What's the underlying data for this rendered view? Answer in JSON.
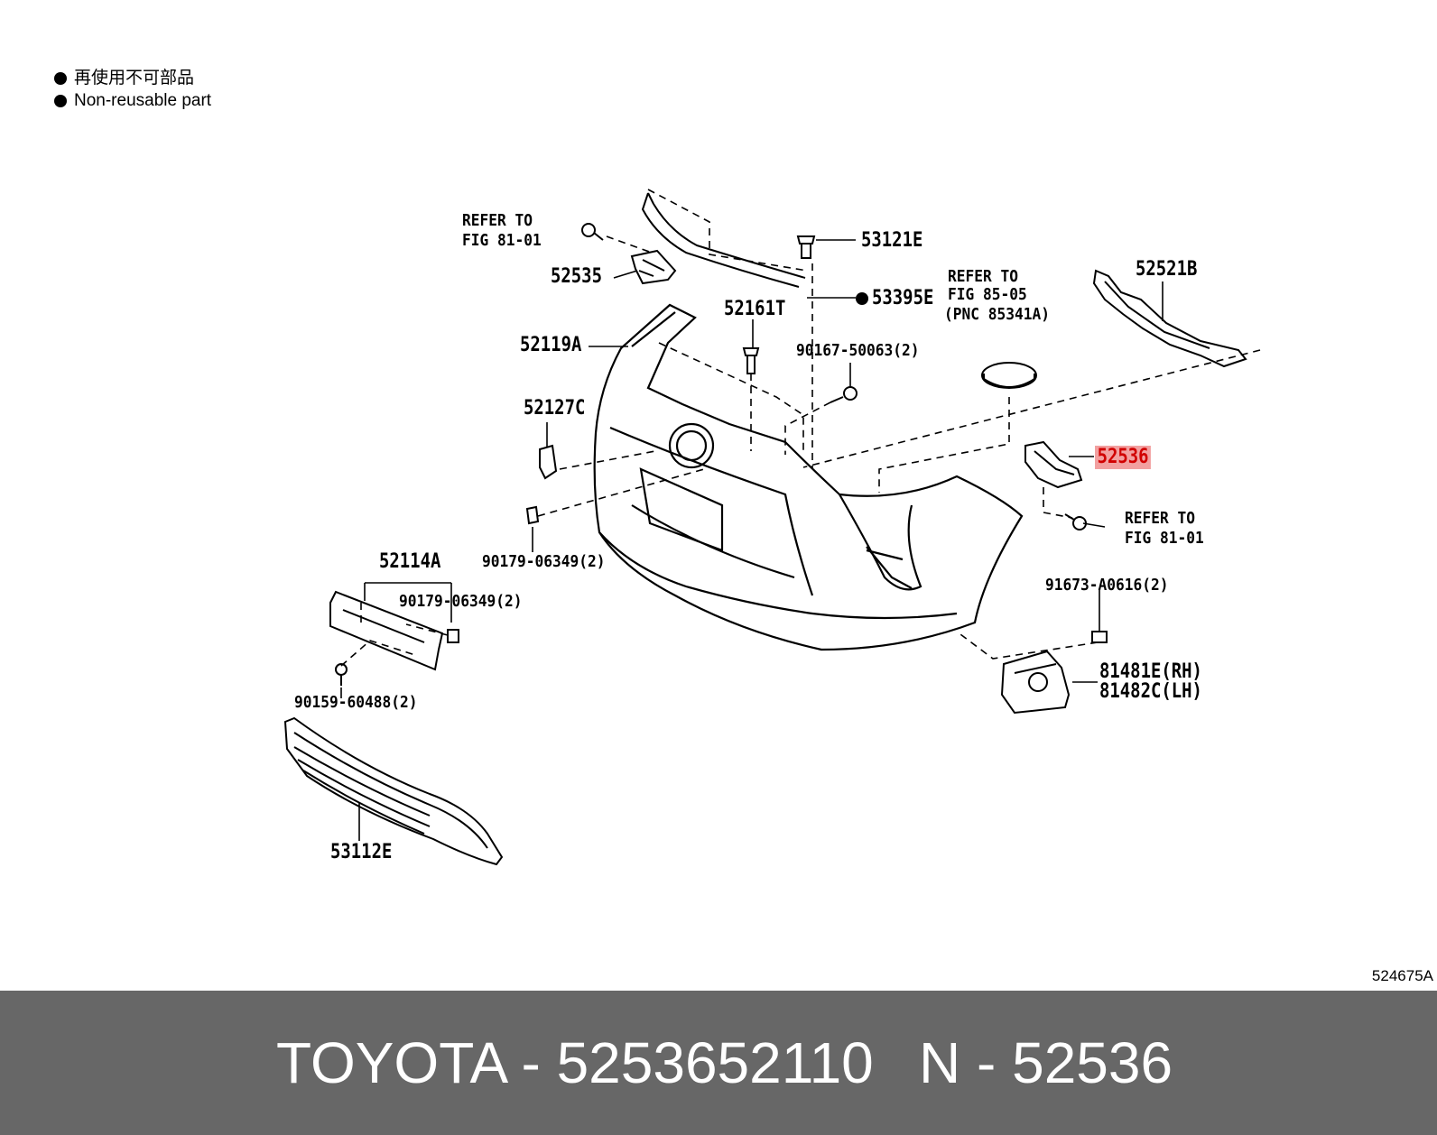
{
  "legend": {
    "line1": "再使用不可部品",
    "line2": "Non-reusable part"
  },
  "labels": {
    "refer_fig_81_01_top_a": "REFER TO",
    "refer_fig_81_01_top_b": "FIG 81-01",
    "p52535": "52535",
    "p53121E": "53121E",
    "p53395E": "53395E",
    "refer_fig_85_05_a": "REFER TO",
    "refer_fig_85_05_b": "FIG 85-05",
    "refer_fig_85_05_c": "(PNC 85341A)",
    "p52521B": "52521B",
    "p52161T": "52161T",
    "p52119A": "52119A",
    "p90167": "90167-50063(2)",
    "p52127C": "52127C",
    "p52536": "52536",
    "refer_fig_81_01_right_a": "REFER TO",
    "refer_fig_81_01_right_b": "FIG 81-01",
    "p52114A": "52114A",
    "p90179_a": "90179-06349(2)",
    "p90179_b": "90179-06349(2)",
    "p91673": "91673-A0616(2)",
    "p81481E": "81481E(RH)",
    "p81482C": "81482C(LH)",
    "p90159": "90159-60488(2)",
    "p53112E": "53112E"
  },
  "illustration_code": "524675A",
  "footer": {
    "brand_part": "TOYOTA - 5253652110",
    "pnc": "N - 52536"
  },
  "colors": {
    "highlight_bg": "#f2a0a0",
    "highlight_text": "#d10000",
    "footer_bg": "#676767"
  }
}
